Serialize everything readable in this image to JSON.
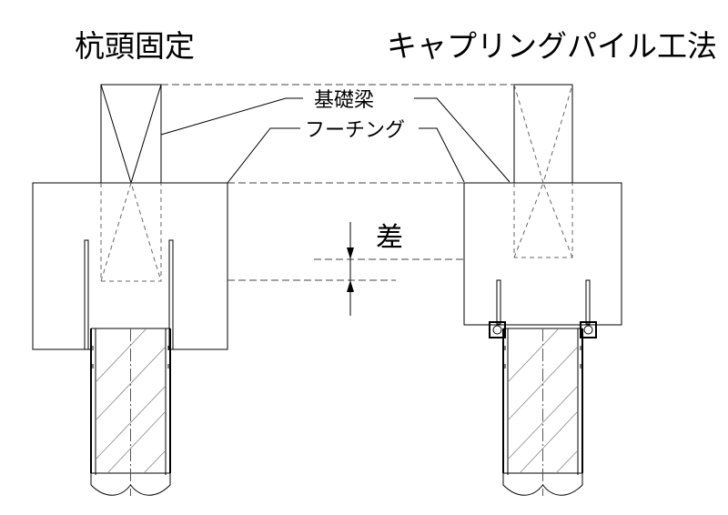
{
  "titles": {
    "left": "杭頭固定",
    "right": "キャプリングパイル工法"
  },
  "labels": {
    "beam": "基礎梁",
    "footing": "フーチング",
    "difference": "差"
  }
}
